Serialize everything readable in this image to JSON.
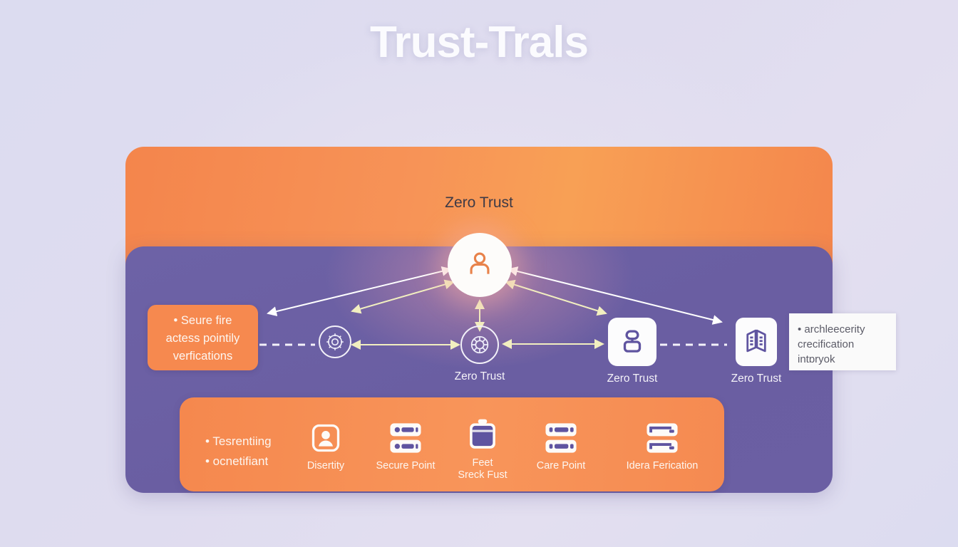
{
  "page": {
    "title": "Trust-Trals",
    "background_color": "#dcdcf0",
    "accent_orange": "#f5894f",
    "accent_purple": "#6b5fa3",
    "arrow_white": "#ffffff",
    "arrow_yellow": "#f2efc0"
  },
  "header": {
    "label": "Zero Trust"
  },
  "callout_left": {
    "icon": "bullet-dot-icon",
    "line1": "• Seure fire",
    "line2": "actess pointily",
    "line3": "verfications"
  },
  "tooltip_right": {
    "line1": "• archleecerity",
    "line2": "crecification",
    "line3": "intɒryok"
  },
  "hub": {
    "icon": "user-avatar-icon",
    "label": ""
  },
  "mid_nodes": [
    {
      "icon": "gear-circle-icon",
      "label": ""
    },
    {
      "icon": "shield-gear-icon",
      "label": "Zero Trust"
    },
    {
      "icon": "server-rack-icon",
      "label": "Zero Trust"
    },
    {
      "icon": "building-icon",
      "label": "Zero Trust"
    }
  ],
  "bottom_panel": {
    "bullets": [
      "• Tesrentiing",
      "• ocnetifiant"
    ],
    "nodes": [
      {
        "icon": "identity-card-icon",
        "label": "Disertity",
        "label2": ""
      },
      {
        "icon": "server-stack-icon",
        "label": "Secure Point",
        "label2": ""
      },
      {
        "icon": "briefcase-icon",
        "label": "Feet",
        "label2": "Sreck Fust"
      },
      {
        "icon": "server-stack-icon",
        "label": "Care Point",
        "label2": ""
      },
      {
        "icon": "server-lines-icon",
        "label": "Idera Ferication",
        "label2": ""
      }
    ]
  }
}
